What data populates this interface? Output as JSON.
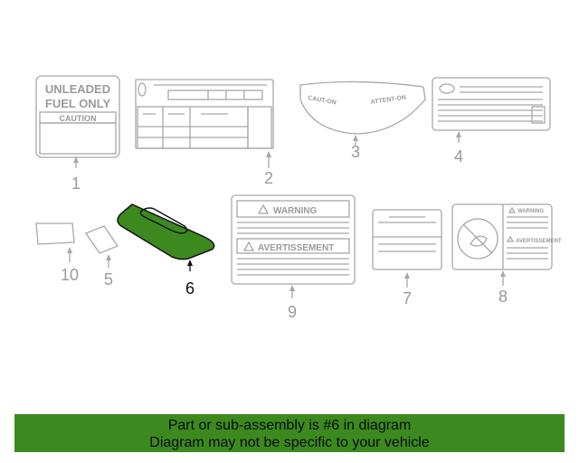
{
  "labels": {
    "l1": {
      "line1": "UNLEADED",
      "line2": "FUEL ONLY",
      "caution": "CAUTION"
    },
    "l3": {
      "left": "CAUT-ON",
      "right": "ATTENT-ON"
    },
    "l9": {
      "warning": "WARNING",
      "avertissement": "AVERTISSEMENT"
    },
    "l8": {
      "warning": "WARNING",
      "avertissement": "AVERTISSEMENT"
    }
  },
  "callouts": {
    "c1": "1",
    "c2": "2",
    "c3": "3",
    "c4": "4",
    "c5": "5",
    "c6": "6",
    "c7": "7",
    "c8": "8",
    "c9": "9",
    "c10": "10"
  },
  "highlight": {
    "part": "6",
    "color": "#3c8a1e"
  },
  "banner": {
    "line1": "Part or sub-assembly is #6 in diagram",
    "line2": "Diagram may not be specific to your vehicle"
  }
}
